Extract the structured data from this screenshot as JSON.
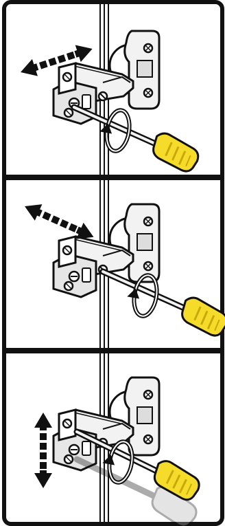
{
  "instructions": {
    "panels": [
      {
        "id": "depth-adjustment",
        "arrow_direction": "horizontal-in-out",
        "icon": "double-arrow-icon",
        "rotation_icon": "rotate-arrow-icon",
        "tool": "screwdriver-icon"
      },
      {
        "id": "side-adjustment",
        "arrow_direction": "diagonal-left-right",
        "icon": "double-arrow-icon",
        "rotation_icon": "rotate-arrow-icon",
        "tool": "screwdriver-icon"
      },
      {
        "id": "height-adjustment",
        "arrow_direction": "vertical-up-down",
        "icon": "double-arrow-icon",
        "rotation_icon": "rotate-arrow-icon",
        "tool": "screwdriver-icon"
      }
    ]
  },
  "colors": {
    "outline": "#111111",
    "background": "#ffffff",
    "metal": "#f2f2f2",
    "shadow": "#9a9a9a",
    "handle": "#f5dc2a",
    "handle_shade": "#c9a80a",
    "ghost": "#b5b5b5"
  }
}
